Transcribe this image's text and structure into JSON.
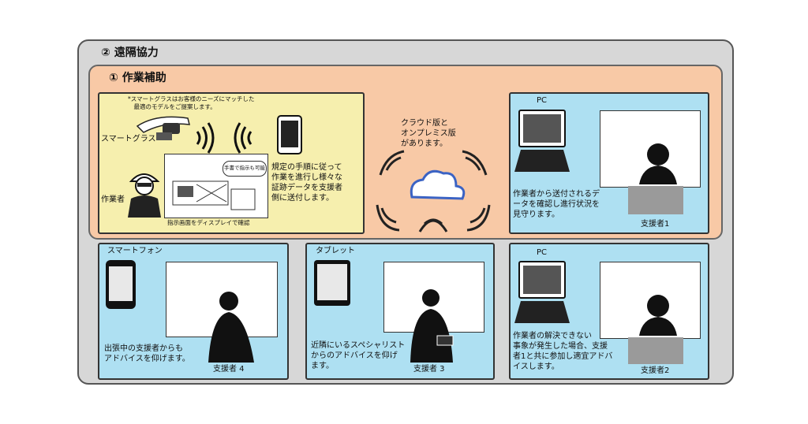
{
  "section": {
    "title": "② 遠隔協力"
  },
  "subsection": {
    "title": "① 作業補助"
  },
  "worker_panel": {
    "note": "*スマートグラスはお客様のニーズにマッチした\n　最適のモデルをご提案します。",
    "glasses_label": "スマートグラス",
    "worker_label": "作業者",
    "bubble": "手書で指示も可能",
    "screen_caption": "指示画面をディスプレイで確認",
    "description": "規定の手順に従って\n作業を進行し様々な\n証跡データを支援者\n側に送付します。"
  },
  "cloud": {
    "text": "クラウド版と\nオンプレミス版\nがあります。"
  },
  "supporter1": {
    "device": "PC",
    "description": "作業者から送付されるデ\nータを確認し進行状況を\n見守ります。",
    "name": "支援者1"
  },
  "supporter4": {
    "device": "スマートフォン",
    "description": "出張中の支援者からも\nアドバイスを仰げます。",
    "name": "支援者 4"
  },
  "supporter3": {
    "device": "タブレット",
    "description": "近隣にいるスペシャリスト\nからのアドバイスを仰げ\nます。",
    "name": "支援者 3"
  },
  "supporter2": {
    "device": "PC",
    "description": "作業者の解決できない\n事象が発生した場合、支援\n者1と共に参加し適宜アドバ\nイスします。",
    "name": "支援者2"
  }
}
